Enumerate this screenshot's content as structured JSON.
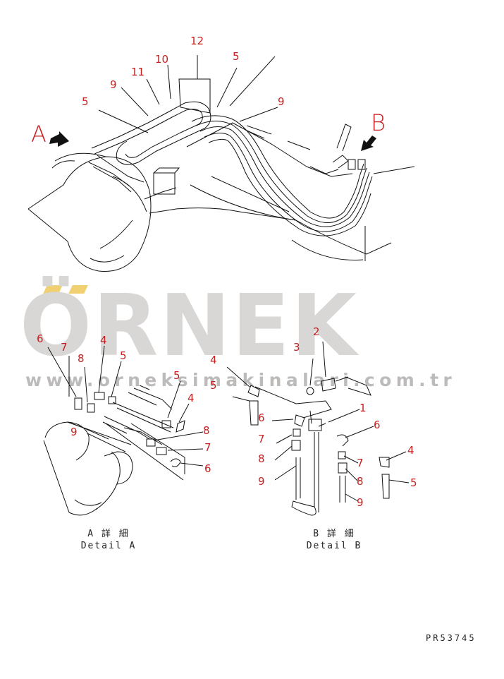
{
  "watermark": {
    "brand": "ÖRNEK",
    "url": "www.orneksimakinalari.com.tr",
    "dot_color": "#f0d070",
    "text_color": "#d9d6d6"
  },
  "main_view": {
    "view_arrow_a": "A",
    "view_arrow_b": "B",
    "callouts": [
      "12",
      "10",
      "11",
      "9",
      "5",
      "5",
      "9"
    ]
  },
  "detail_a": {
    "caption_jp": "A 詳 細",
    "caption_en": "Detail A",
    "callouts": [
      "6",
      "7",
      "8",
      "4",
      "5",
      "5",
      "4",
      "9",
      "8",
      "7",
      "6"
    ]
  },
  "detail_b": {
    "caption_jp": "B 詳 細",
    "caption_en": "Detail B",
    "callouts": [
      "2",
      "3",
      "4",
      "5",
      "6",
      "7",
      "8",
      "9",
      "1",
      "6",
      "7",
      "8",
      "9",
      "4",
      "5"
    ]
  },
  "drawing_code": "PR53745",
  "colors": {
    "callout": "#c82020",
    "line": "#111111"
  }
}
